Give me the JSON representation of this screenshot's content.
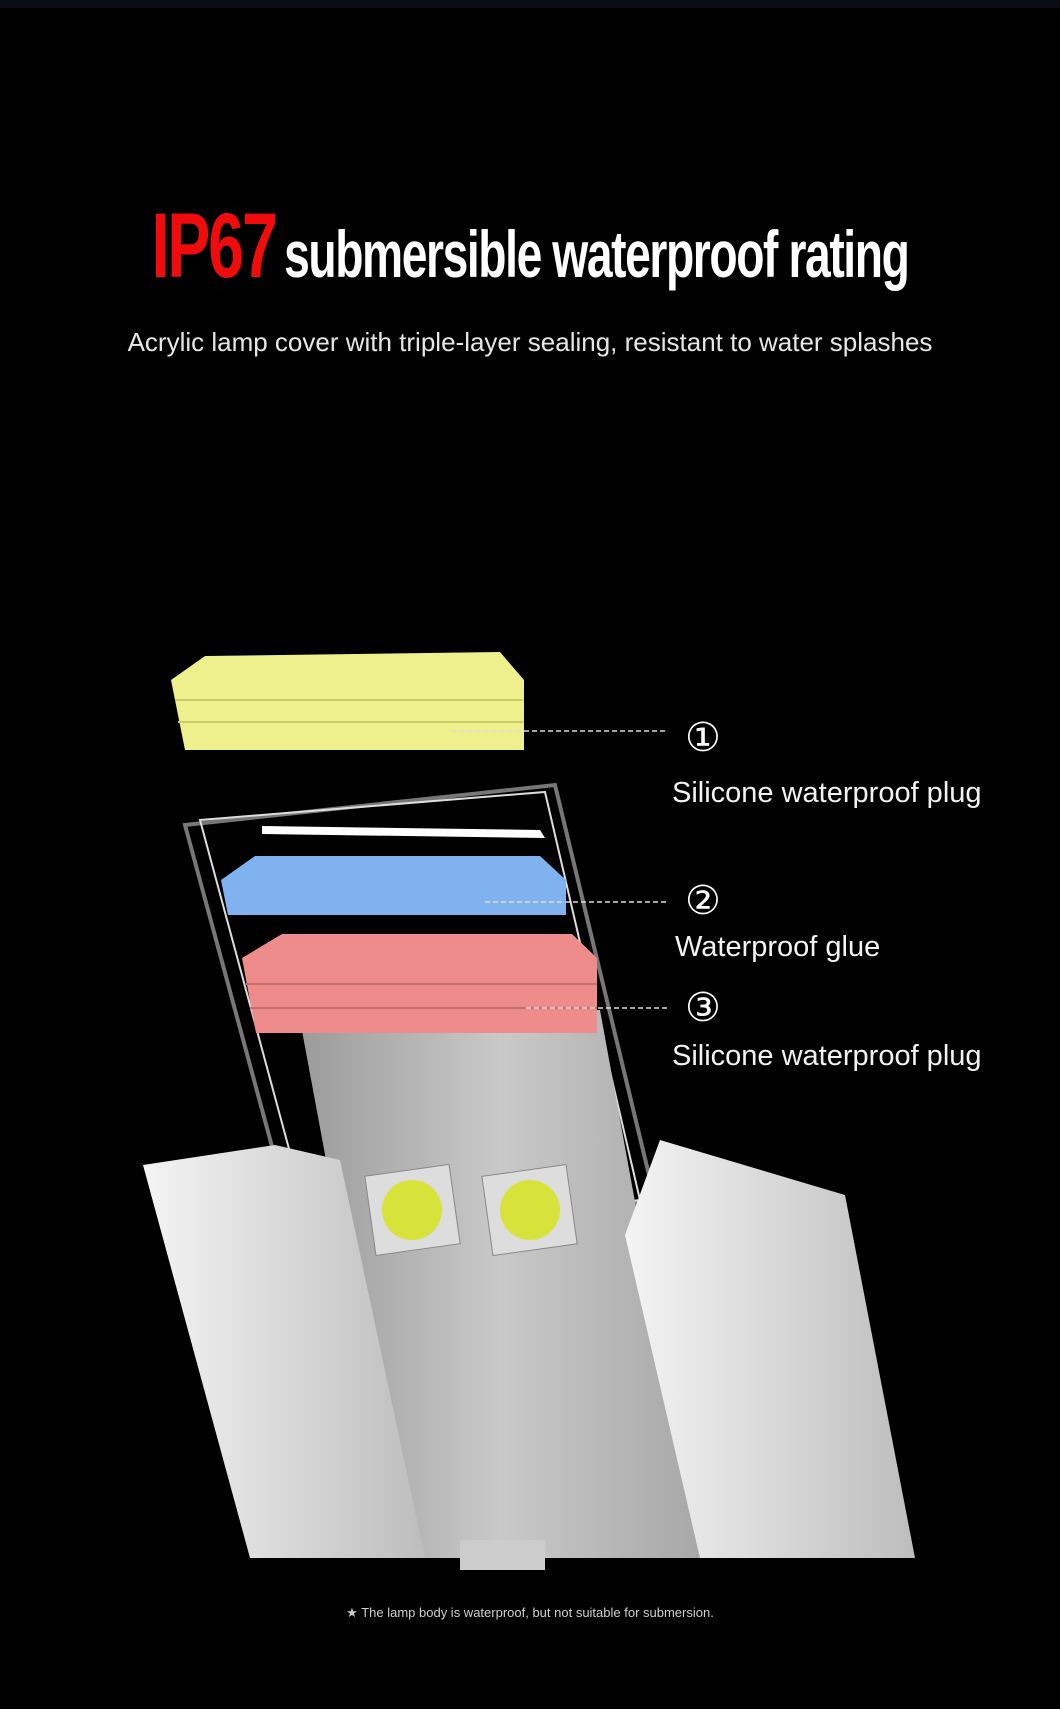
{
  "header": {
    "rating": "IP67",
    "title": "submersible waterproof rating",
    "subtitle": "Acrylic lamp cover with triple-layer sealing, resistant to water splashes"
  },
  "callouts": [
    {
      "number": "①",
      "label": "Silicone waterproof plug",
      "color": "#eef08e"
    },
    {
      "number": "②",
      "label": "Waterproof glue",
      "color": "#7fb2ee"
    },
    {
      "number": "③",
      "label": "Silicone waterproof plug",
      "color": "#ee8c8c"
    }
  ],
  "footnote": "★ The lamp body is waterproof, but not suitable for submersion."
}
